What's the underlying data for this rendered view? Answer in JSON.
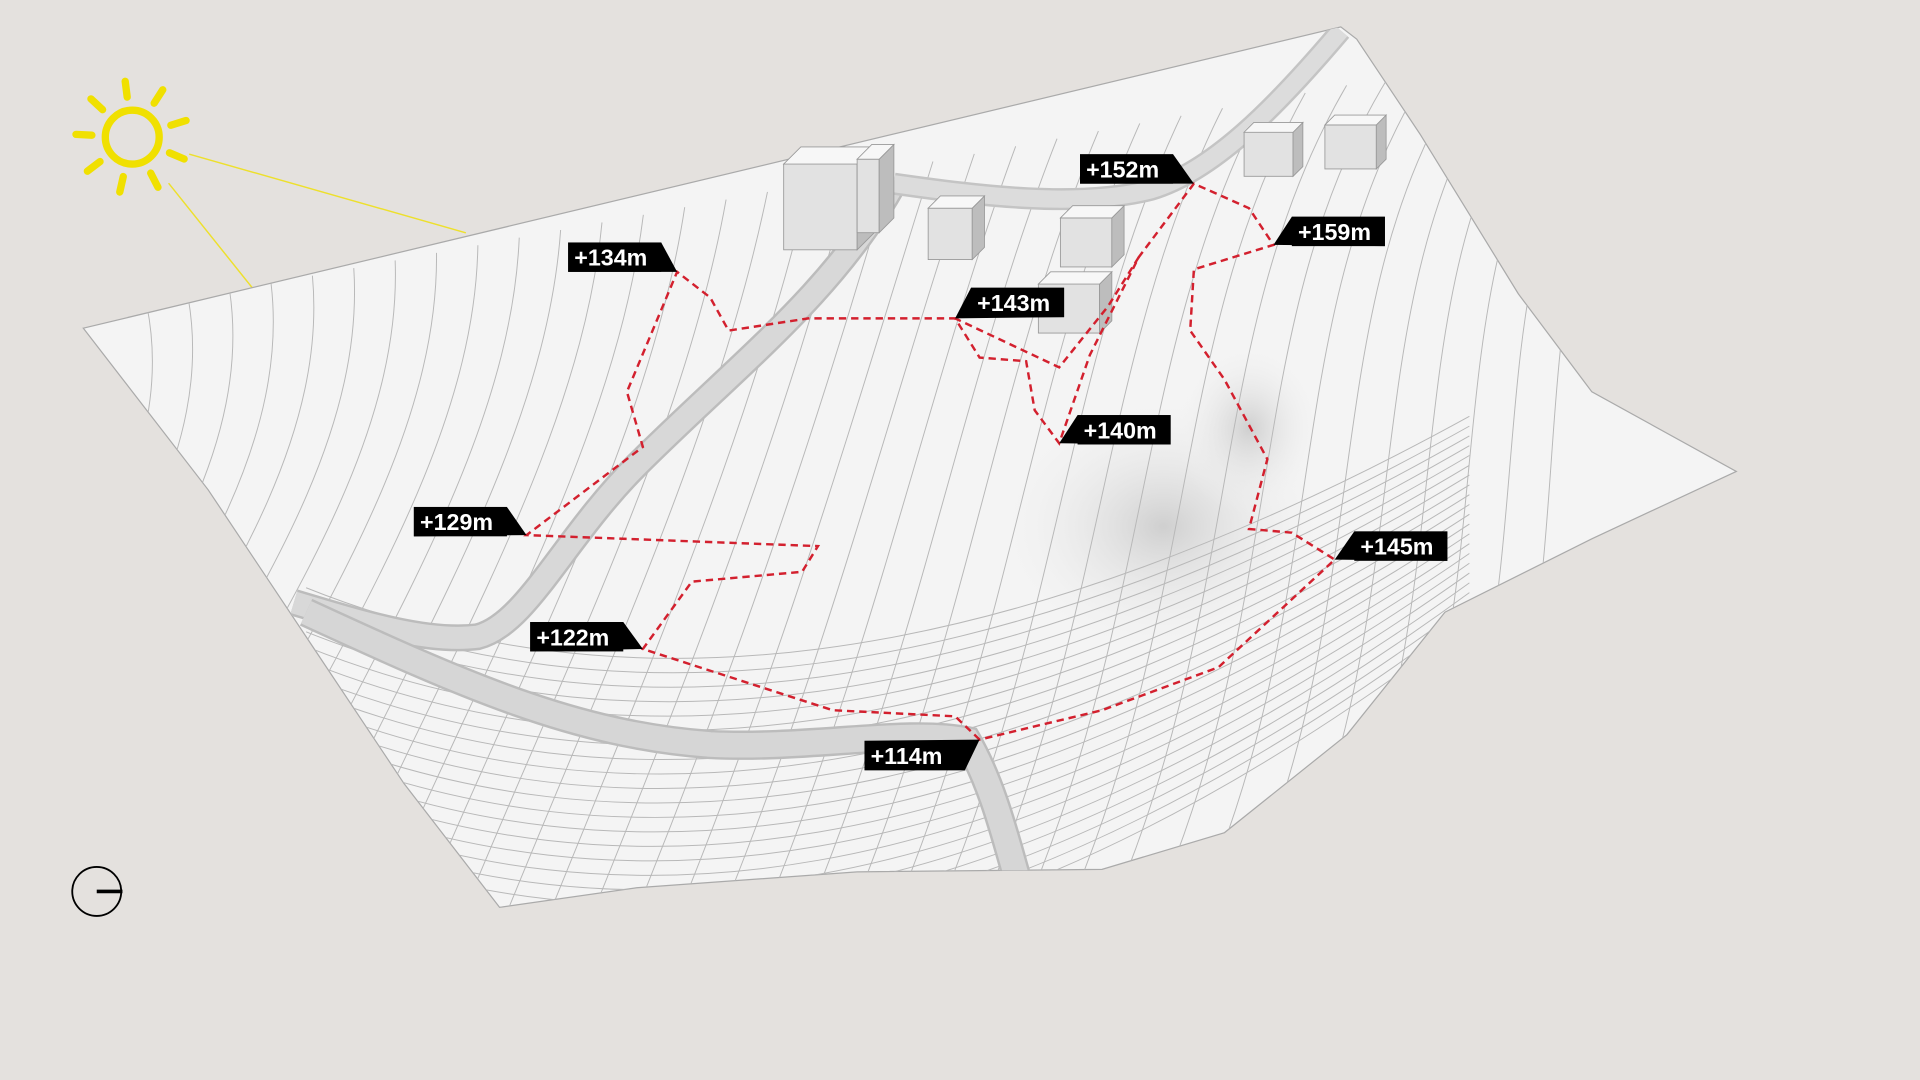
{
  "diagram": {
    "elevations": [
      {
        "id": "e114",
        "label": "+114m"
      },
      {
        "id": "e122",
        "label": "+122m"
      },
      {
        "id": "e129",
        "label": "+129m"
      },
      {
        "id": "e134",
        "label": "+134m"
      },
      {
        "id": "e143",
        "label": "+143m"
      },
      {
        "id": "e140",
        "label": "+140m"
      },
      {
        "id": "e152",
        "label": "+152m"
      },
      {
        "id": "e159",
        "label": "+159m"
      },
      {
        "id": "e145",
        "label": "+145m"
      }
    ],
    "icons": {
      "sun": "sun-icon",
      "north": "north-arrow-icon"
    },
    "colors": {
      "background": "#e4e1de",
      "terrain": "#f4f4f4",
      "trail": "#d3202e",
      "label_bg": "#000000",
      "sun": "#f0e000"
    }
  }
}
